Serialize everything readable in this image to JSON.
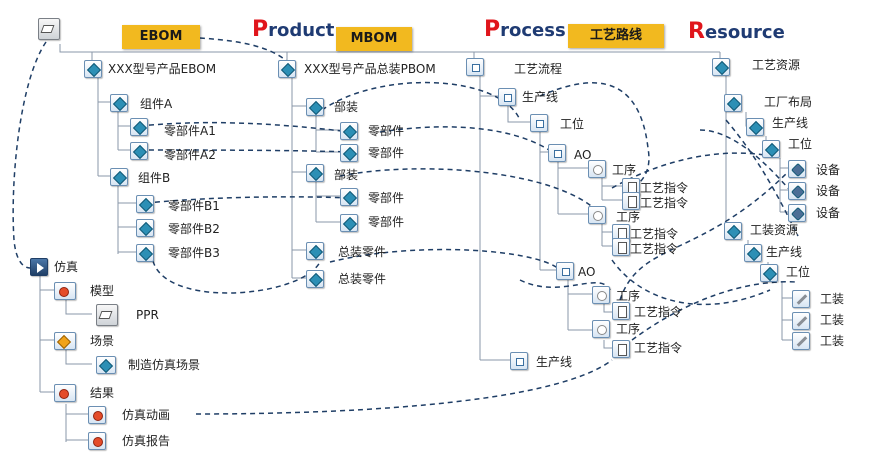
{
  "header": {
    "ebom_badge": "EBOM",
    "product_first": "P",
    "product_rest": "roduct",
    "mbom_badge": "MBOM",
    "process_first": "P",
    "process_rest": "rocess",
    "route_badge": "工艺路线",
    "resource_first": "R",
    "resource_rest": "esource"
  },
  "ebom": {
    "root": "XXX型号产品EBOM",
    "comp_a": "组件A",
    "part_a1": "零部件A1",
    "part_a2": "零部件A2",
    "comp_b": "组件B",
    "part_b1": "零部件B1",
    "part_b2": "零部件B2",
    "part_b3": "零部件B3"
  },
  "mbom": {
    "root": "XXX型号产品总装PBOM",
    "sub1": "部装",
    "part1a": "零部件",
    "part1b": "零部件",
    "sub2": "部装",
    "part2a": "零部件",
    "part2b": "零部件",
    "asm1": "总装零件",
    "asm2": "总装零件"
  },
  "process": {
    "root": "工艺流程",
    "line1": "生产线",
    "station": "工位",
    "ao1": "AO",
    "op1": "工序",
    "ins1a": "工艺指令",
    "ins1b": "工艺指令",
    "op2": "工序",
    "ins2a": "工艺指令",
    "ins2b": "工艺指令",
    "ao2": "AO",
    "op3": "工序",
    "ins3": "工艺指令",
    "op4": "工序",
    "ins4": "工艺指令",
    "line2": "生产线"
  },
  "resource": {
    "root": "工艺资源",
    "layout": "工厂布局",
    "line": "生产线",
    "station": "工位",
    "dev1": "设备",
    "dev2": "设备",
    "dev3": "设备",
    "tooling_res": "工装资源",
    "line2": "生产线",
    "station2": "工位",
    "tool1": "工装",
    "tool2": "工装",
    "tool3": "工装"
  },
  "sim": {
    "root": "仿真",
    "model": "模型",
    "ppr": "PPR",
    "scene": "场景",
    "scene_item": "制造仿真场景",
    "result": "结果",
    "anim": "仿真动画",
    "report": "仿真报告"
  },
  "colors": {
    "badge": "#f2b91f",
    "category_text": "#1f3b73",
    "category_initial": "#e0151b",
    "tree_line": "#8a97a8",
    "dashed_link": "#1f3e66"
  }
}
